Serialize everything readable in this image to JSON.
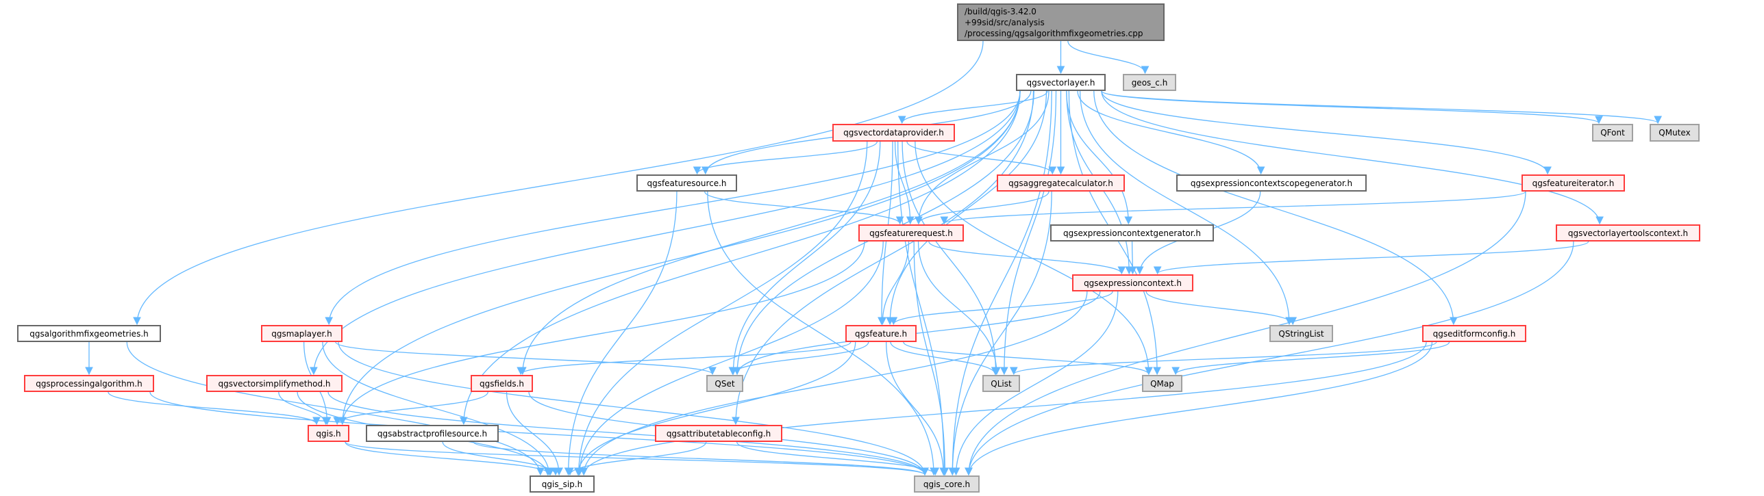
{
  "colors": {
    "edge": "#63b8ff",
    "truncated_border": "#ff3b3b",
    "truncated_fill": "#fff0f0",
    "external_fill": "#e0e0e0",
    "root_fill": "#999999"
  },
  "nodes": {
    "root": {
      "label": "/build/qgis-3.42.0\n+99sid/src/analysis\n/processing/qgsalgorithmfixgeometries.cpp",
      "kind": "root"
    },
    "qgsvectorlayer": {
      "label": "qgsvectorlayer.h",
      "kind": "normal"
    },
    "geos_c": {
      "label": "geos_c.h",
      "kind": "external"
    },
    "qgsvectordataprovider": {
      "label": "qgsvectordataprovider.h",
      "kind": "truncated"
    },
    "QFont": {
      "label": "QFont",
      "kind": "external"
    },
    "QMutex": {
      "label": "QMutex",
      "kind": "external"
    },
    "qgsfeaturesource": {
      "label": "qgsfeaturesource.h",
      "kind": "normal"
    },
    "qgsaggregatecalculator": {
      "label": "qgsaggregatecalculator.h",
      "kind": "truncated"
    },
    "qgsexpressioncontextscopegenerator": {
      "label": "qgsexpressioncontextscopegenerator.h",
      "kind": "normal"
    },
    "qgsfeatureiterator": {
      "label": "qgsfeatureiterator.h",
      "kind": "truncated"
    },
    "qgsfeaturerequest": {
      "label": "qgsfeaturerequest.h",
      "kind": "truncated"
    },
    "qgsexpressioncontextgenerator": {
      "label": "qgsexpressioncontextgenerator.h",
      "kind": "normal"
    },
    "qgsvectorlayertoolscontext": {
      "label": "qgsvectorlayertoolscontext.h",
      "kind": "truncated"
    },
    "qgsexpressioncontext": {
      "label": "qgsexpressioncontext.h",
      "kind": "truncated"
    },
    "qgsalgorithmfixgeometries": {
      "label": "qgsalgorithmfixgeometries.h",
      "kind": "normal"
    },
    "qgsmaplayer": {
      "label": "qgsmaplayer.h",
      "kind": "truncated"
    },
    "qgsfeature": {
      "label": "qgsfeature.h",
      "kind": "truncated"
    },
    "QStringList": {
      "label": "QStringList",
      "kind": "external"
    },
    "qgseditformconfig": {
      "label": "qgseditformconfig.h",
      "kind": "truncated"
    },
    "qgsprocessingalgorithm": {
      "label": "qgsprocessingalgorithm.h",
      "kind": "truncated"
    },
    "qgsvectorsimplifymethod": {
      "label": "qgsvectorsimplifymethod.h",
      "kind": "truncated"
    },
    "qgsfields": {
      "label": "qgsfields.h",
      "kind": "truncated"
    },
    "QSet": {
      "label": "QSet",
      "kind": "external"
    },
    "QList": {
      "label": "QList",
      "kind": "external"
    },
    "QMap": {
      "label": "QMap",
      "kind": "external"
    },
    "qgis": {
      "label": "qgis.h",
      "kind": "truncated"
    },
    "qgsabstractprofilesource": {
      "label": "qgsabstractprofilesource.h",
      "kind": "normal"
    },
    "qgsattributetableconfig": {
      "label": "qgsattributetableconfig.h",
      "kind": "truncated"
    },
    "qgis_sip": {
      "label": "qgis_sip.h",
      "kind": "normal"
    },
    "qgis_core": {
      "label": "qgis_core.h",
      "kind": "external"
    }
  },
  "edges": [
    [
      "root",
      "qgsvectorlayer"
    ],
    [
      "root",
      "geos_c"
    ],
    [
      "root",
      "qgsalgorithmfixgeometries"
    ],
    [
      "qgsalgorithmfixgeometries",
      "qgsprocessingalgorithm"
    ],
    [
      "qgsalgorithmfixgeometries",
      "qgis_sip"
    ],
    [
      "qgsprocessingalgorithm",
      "qgis"
    ],
    [
      "qgsprocessingalgorithm",
      "qgis_core"
    ],
    [
      "qgsvectorlayer",
      "qgsvectordataprovider"
    ],
    [
      "qgsvectorlayer",
      "qgsaggregatecalculator"
    ],
    [
      "qgsvectorlayer",
      "qgsexpressioncontextgenerator"
    ],
    [
      "qgsvectorlayer",
      "qgsexpressioncontextscopegenerator"
    ],
    [
      "qgsvectorlayer",
      "qgsfeatureiterator"
    ],
    [
      "qgsvectorlayer",
      "qgsvectorlayertoolscontext"
    ],
    [
      "qgsvectorlayer",
      "QFont"
    ],
    [
      "qgsvectorlayer",
      "QMutex"
    ],
    [
      "qgsvectorlayer",
      "qgseditformconfig"
    ],
    [
      "qgsvectorlayer",
      "QStringList"
    ],
    [
      "qgsvectorlayer",
      "qgsexpressioncontext"
    ],
    [
      "qgsvectorlayer",
      "qgsfeaturerequest"
    ],
    [
      "qgsvectorlayer",
      "qgsfeature"
    ],
    [
      "qgsvectorlayer",
      "qgsfeaturesource"
    ],
    [
      "qgsvectorlayer",
      "QSet"
    ],
    [
      "qgsvectorlayer",
      "QList"
    ],
    [
      "qgsvectorlayer",
      "QMap"
    ],
    [
      "qgsvectorlayer",
      "qgis_core"
    ],
    [
      "qgsvectorlayer",
      "qgis"
    ],
    [
      "qgsvectorlayer",
      "qgsmaplayer"
    ],
    [
      "qgsvectorlayer",
      "qgsvectorsimplifymethod"
    ],
    [
      "qgsvectorlayer",
      "qgsabstractprofilesource"
    ],
    [
      "qgsvectorlayer",
      "qgsfields"
    ],
    [
      "qgsvectorlayer",
      "qgsattributetableconfig"
    ],
    [
      "qgsvectordataprovider",
      "qgsfeaturesource"
    ],
    [
      "qgsvectordataprovider",
      "qgsaggregatecalculator"
    ],
    [
      "qgsvectordataprovider",
      "qgsfeaturerequest"
    ],
    [
      "qgsvectordataprovider",
      "qgsfeature"
    ],
    [
      "qgsvectordataprovider",
      "QSet"
    ],
    [
      "qgsvectordataprovider",
      "QList"
    ],
    [
      "qgsvectordataprovider",
      "QMap"
    ],
    [
      "qgsvectordataprovider",
      "qgis_core"
    ],
    [
      "qgsvectordataprovider",
      "qgis_sip"
    ],
    [
      "qgsfeaturesource",
      "qgsfeaturerequest"
    ],
    [
      "qgsfeaturesource",
      "qgis_sip"
    ],
    [
      "qgsfeaturesource",
      "qgis_core"
    ],
    [
      "qgsaggregatecalculator",
      "qgsfeaturerequest"
    ],
    [
      "qgsaggregatecalculator",
      "qgis_core"
    ],
    [
      "qgsexpressioncontextscopegenerator",
      "qgsexpressioncontext"
    ],
    [
      "qgsexpressioncontextgenerator",
      "qgsexpressioncontext"
    ],
    [
      "qgsfeatureiterator",
      "qgsfeaturerequest"
    ],
    [
      "qgsfeatureiterator",
      "qgis_core"
    ],
    [
      "qgsvectorlayertoolscontext",
      "qgsexpressioncontext"
    ],
    [
      "qgsvectorlayertoolscontext",
      "qgis_core"
    ],
    [
      "qgsfeaturerequest",
      "qgsexpressioncontext"
    ],
    [
      "qgsfeaturerequest",
      "qgsfeature"
    ],
    [
      "qgsfeaturerequest",
      "QList"
    ],
    [
      "qgsfeaturerequest",
      "qgis_core"
    ],
    [
      "qgsfeaturerequest",
      "qgis_sip"
    ],
    [
      "qgsfeaturerequest",
      "qgis"
    ],
    [
      "qgsexpressioncontext",
      "qgsfeature"
    ],
    [
      "qgsexpressioncontext",
      "QStringList"
    ],
    [
      "qgsexpressioncontext",
      "QSet"
    ],
    [
      "qgsexpressioncontext",
      "qgis_core"
    ],
    [
      "qgsexpressioncontext",
      "qgis_sip"
    ],
    [
      "qgsfeature",
      "qgsfields"
    ],
    [
      "qgsfeature",
      "QSet"
    ],
    [
      "qgsfeature",
      "QList"
    ],
    [
      "qgsfeature",
      "QMap"
    ],
    [
      "qgsfeature",
      "qgis_core"
    ],
    [
      "qgsfeature",
      "qgis_sip"
    ],
    [
      "qgseditformconfig",
      "QMap"
    ],
    [
      "qgseditformconfig",
      "QList"
    ],
    [
      "qgseditformconfig",
      "qgis_core"
    ],
    [
      "qgseditformconfig",
      "qgis_sip"
    ],
    [
      "qgsmaplayer",
      "QSet"
    ],
    [
      "qgsmaplayer",
      "qgis"
    ],
    [
      "qgsmaplayer",
      "qgis_core"
    ],
    [
      "qgsmaplayer",
      "qgis_sip"
    ],
    [
      "qgsvectorsimplifymethod",
      "qgis"
    ],
    [
      "qgsvectorsimplifymethod",
      "qgis_core"
    ],
    [
      "qgsvectorsimplifymethod",
      "qgis_sip"
    ],
    [
      "qgsfields",
      "qgis"
    ],
    [
      "qgsfields",
      "qgis_sip"
    ],
    [
      "qgsfields",
      "qgis_core"
    ],
    [
      "qgis",
      "qgis_sip"
    ],
    [
      "qgis",
      "qgis_core"
    ],
    [
      "qgsabstractprofilesource",
      "qgis_sip"
    ],
    [
      "qgsabstractprofilesource",
      "qgis_core"
    ],
    [
      "qgsattributetableconfig",
      "qgis_sip"
    ],
    [
      "qgsattributetableconfig",
      "qgis_core"
    ]
  ]
}
